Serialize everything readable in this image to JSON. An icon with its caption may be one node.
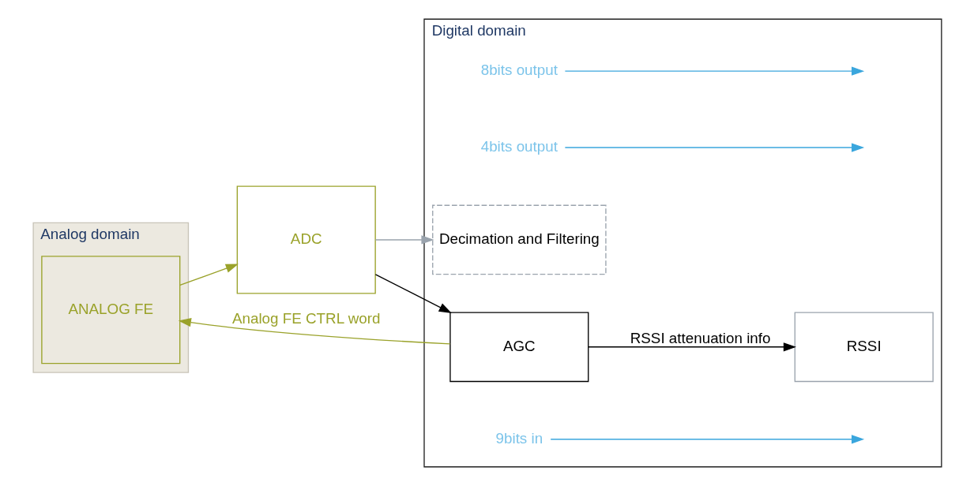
{
  "diagram": {
    "nodes": [
      {
        "text": [
          "Analog domain"
        ]
      },
      {
        "text": [
          "Digital domain"
        ]
      },
      {
        "text": [
          "8bits output"
        ],
        "in": 1
      },
      {
        "text": [
          "4bits output"
        ],
        "in": 1
      },
      {
        "text": [
          "AGC"
        ],
        "in": 1
      },
      {
        "text": [
          "RSSI"
        ],
        "in": 1
      },
      {
        "text": [
          "ANALOG FE"
        ],
        "in": 0
      },
      {
        "text": [
          "ADC"
        ]
      },
      {
        "text": [
          "Decimation and Filtering"
        ],
        "in": 1
      },
      {
        "text": [
          "9bits in"
        ],
        "in": 1
      }
    ],
    "edges": [
      {
        "from": 4,
        "to": 6,
        "arrow": "to",
        "label": "Analog FE CTRL word",
        "color": "#9aa22a"
      },
      {
        "from": 6,
        "to": 7,
        "arrow": "to",
        "color": "#9aa22a"
      },
      {
        "from": 7,
        "to": 4,
        "arrow": "to",
        "color": "#000000"
      },
      {
        "from": 7,
        "to": 8,
        "arrow": "to",
        "color": "#9aa3ad"
      },
      {
        "from": 4,
        "to": 5,
        "arrow": "to",
        "label": "RSSI attenuation info",
        "color": "#000000"
      },
      {
        "from": 2,
        "to": null,
        "arrow": "to",
        "color": "#3aa6dd"
      },
      {
        "from": 3,
        "to": null,
        "arrow": "to",
        "color": "#3aa6dd"
      },
      {
        "from": 9,
        "to": null,
        "arrow": "to",
        "color": "#3aa6dd"
      }
    ]
  }
}
